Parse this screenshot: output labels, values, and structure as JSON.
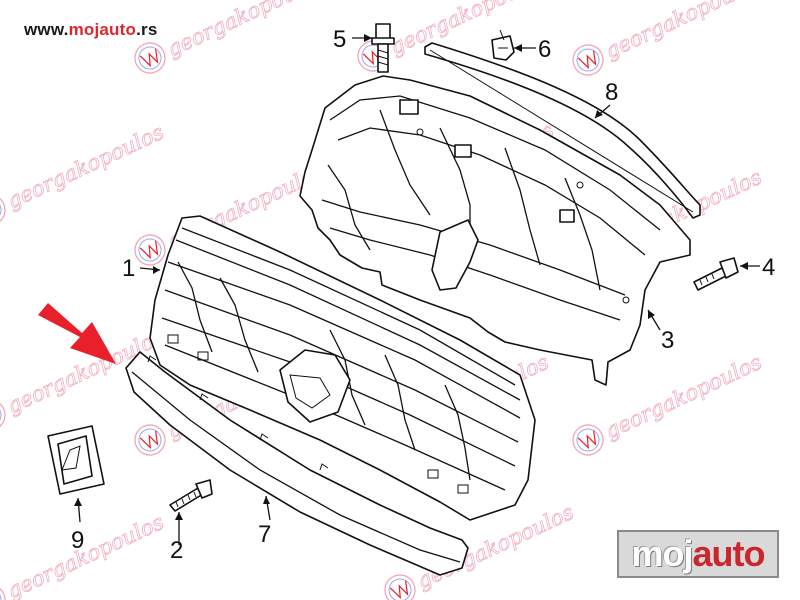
{
  "site_url": {
    "part1": "www.",
    "part2": "mojauto",
    "part3": ".rs"
  },
  "logo": {
    "part1": "moj",
    "part2": "auto"
  },
  "watermark": "georgakopoulos",
  "callouts": [
    "1",
    "2",
    "3",
    "4",
    "5",
    "6",
    "7",
    "8",
    "9"
  ],
  "colors": {
    "watermark": "#f0a6b7",
    "highlight_arrow": "#e8202a",
    "logo_red": "#c8272d"
  }
}
